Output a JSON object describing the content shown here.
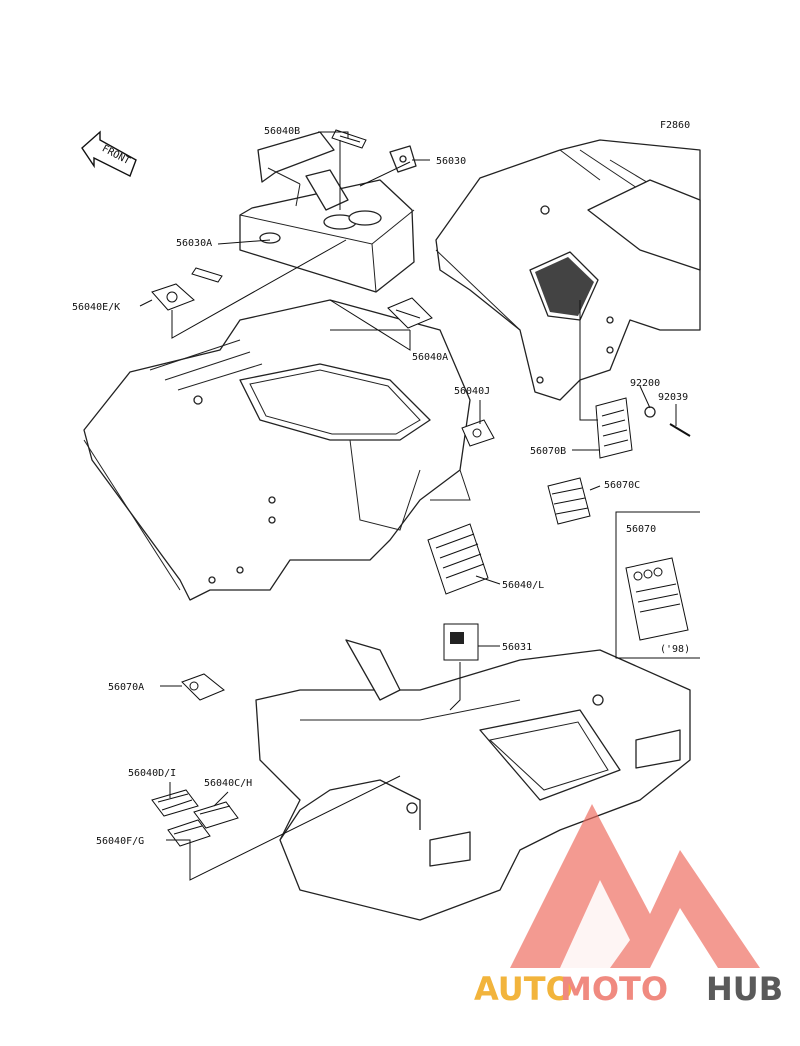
{
  "figure": {
    "ref": "F2860",
    "front_label": "FRONT",
    "year_note": "('98)"
  },
  "part_labels": {
    "p56040B": "56040B",
    "p56030": "56030",
    "p56030A": "56030A",
    "p56040EK": "56040E/K",
    "p56040A": "56040A",
    "p56040J": "56040J",
    "p92200": "92200",
    "p92039": "92039",
    "p56070B": "56070B",
    "p56070C": "56070C",
    "p56070": "56070",
    "p56040L": "56040/L",
    "p56031": "56031",
    "p56070A": "56070A",
    "p56040DI": "56040D/I",
    "p56040CH": "56040C/H",
    "p56040FG": "56040F/G"
  },
  "watermark": {
    "brand_part1": "AUTO",
    "brand_part2": "MOTO",
    "brand_part3": "HUB",
    "colors": {
      "auto": "#f2b43c",
      "moto": "#f08a80",
      "hub": "#5a5a5a",
      "triangle": "#ee6a5e"
    }
  }
}
